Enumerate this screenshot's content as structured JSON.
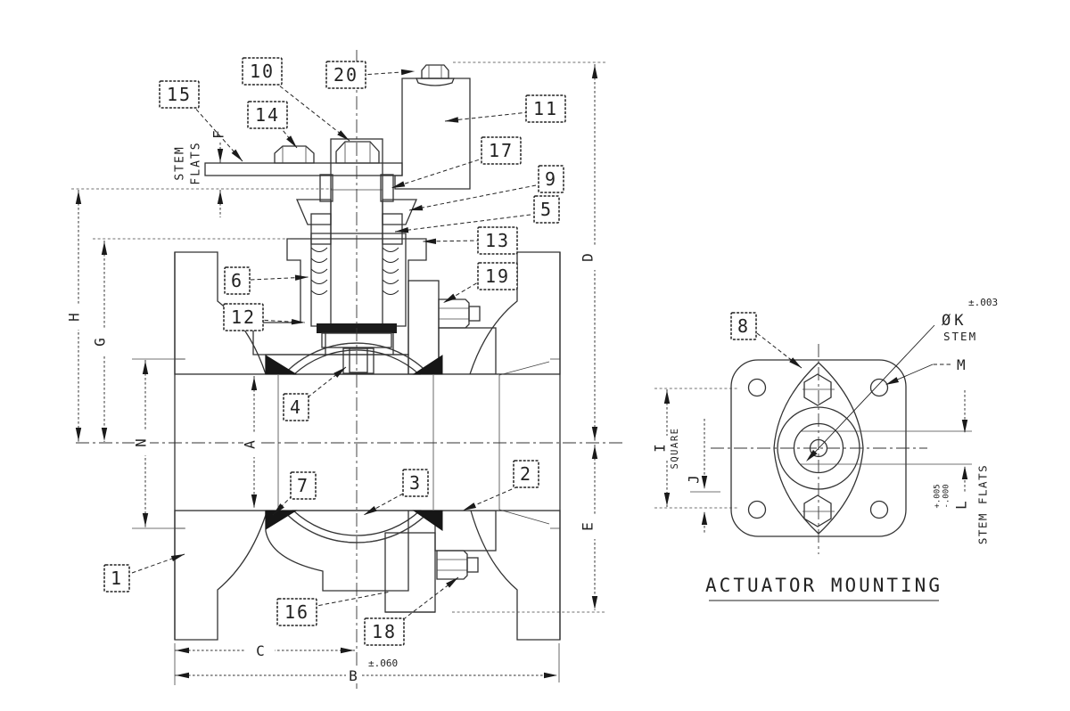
{
  "drawing": {
    "callouts": {
      "1": "1",
      "2": "2",
      "3": "3",
      "4": "4",
      "5": "5",
      "6": "6",
      "7": "7",
      "8": "8",
      "9": "9",
      "10": "10",
      "11": "11",
      "12": "12",
      "13": "13",
      "14": "14",
      "15": "15",
      "16": "16",
      "17": "17",
      "18": "18",
      "19": "19",
      "20": "20"
    },
    "dimensions": {
      "A": "A",
      "B": "B",
      "C": "C",
      "D": "D",
      "E": "E",
      "F": "F",
      "G": "G",
      "H": "H",
      "I": "I",
      "J": "J",
      "K": "K",
      "L": "L",
      "M": "M",
      "N": "N"
    },
    "annotations": {
      "stem_flats_word1": "STEM",
      "stem_flats_word2": "FLATS",
      "b_tolerance": "±.060",
      "k_prefix": "Ø",
      "k_tolerance": "±.003",
      "k_stem": "STEM",
      "i_square": "SQUARE",
      "l_tol_plus": "+.005",
      "l_tol_minus": "-.000",
      "l_stem_flats": "STEM FLATS",
      "detail_title": "ACTUATOR MOUNTING"
    }
  }
}
